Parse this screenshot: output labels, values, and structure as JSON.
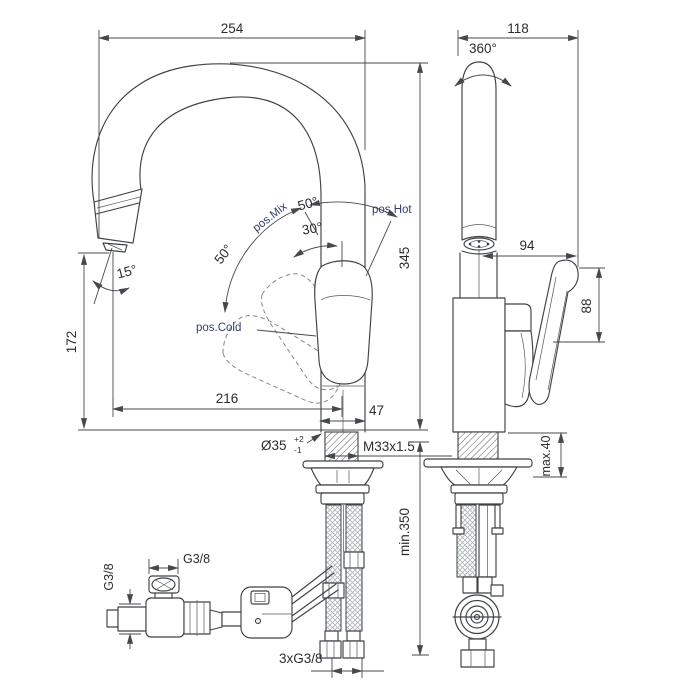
{
  "front_view": {
    "overall_width": "254",
    "total_height": "345",
    "spout_outlet_height": "172",
    "spout_reach": "216",
    "body_width": "47",
    "spout_tilt_angle": "15°",
    "mounting_hole_diameter": "Ø35",
    "mounting_hole_tol_plus": "+2",
    "mounting_hole_tol_minus": "-1",
    "shank_thread": "M33x1.5",
    "handle": {
      "pos_mix": "pos.Mix",
      "pos_hot": "pos.Hot",
      "pos_cold": "pos.Cold",
      "angle_cold_side": "50°",
      "angle_hot_side": "50°",
      "angle_mix": "30°"
    }
  },
  "side_view": {
    "overall_depth": "118",
    "spout_swivel_angle": "360°",
    "handle_reach": "94",
    "handle_height": "88",
    "max_deck_thickness": "max.40"
  },
  "installation": {
    "min_hose_length": "min.350",
    "angle_valve_thread_top": "G3/8",
    "angle_valve_thread_side": "G3/8",
    "hose_connections": "3xG3/8"
  },
  "colors": {
    "line": "#3e4246",
    "dimension_text": "#2b2d30",
    "position_label": "#30406e",
    "background": "#ffffff"
  }
}
